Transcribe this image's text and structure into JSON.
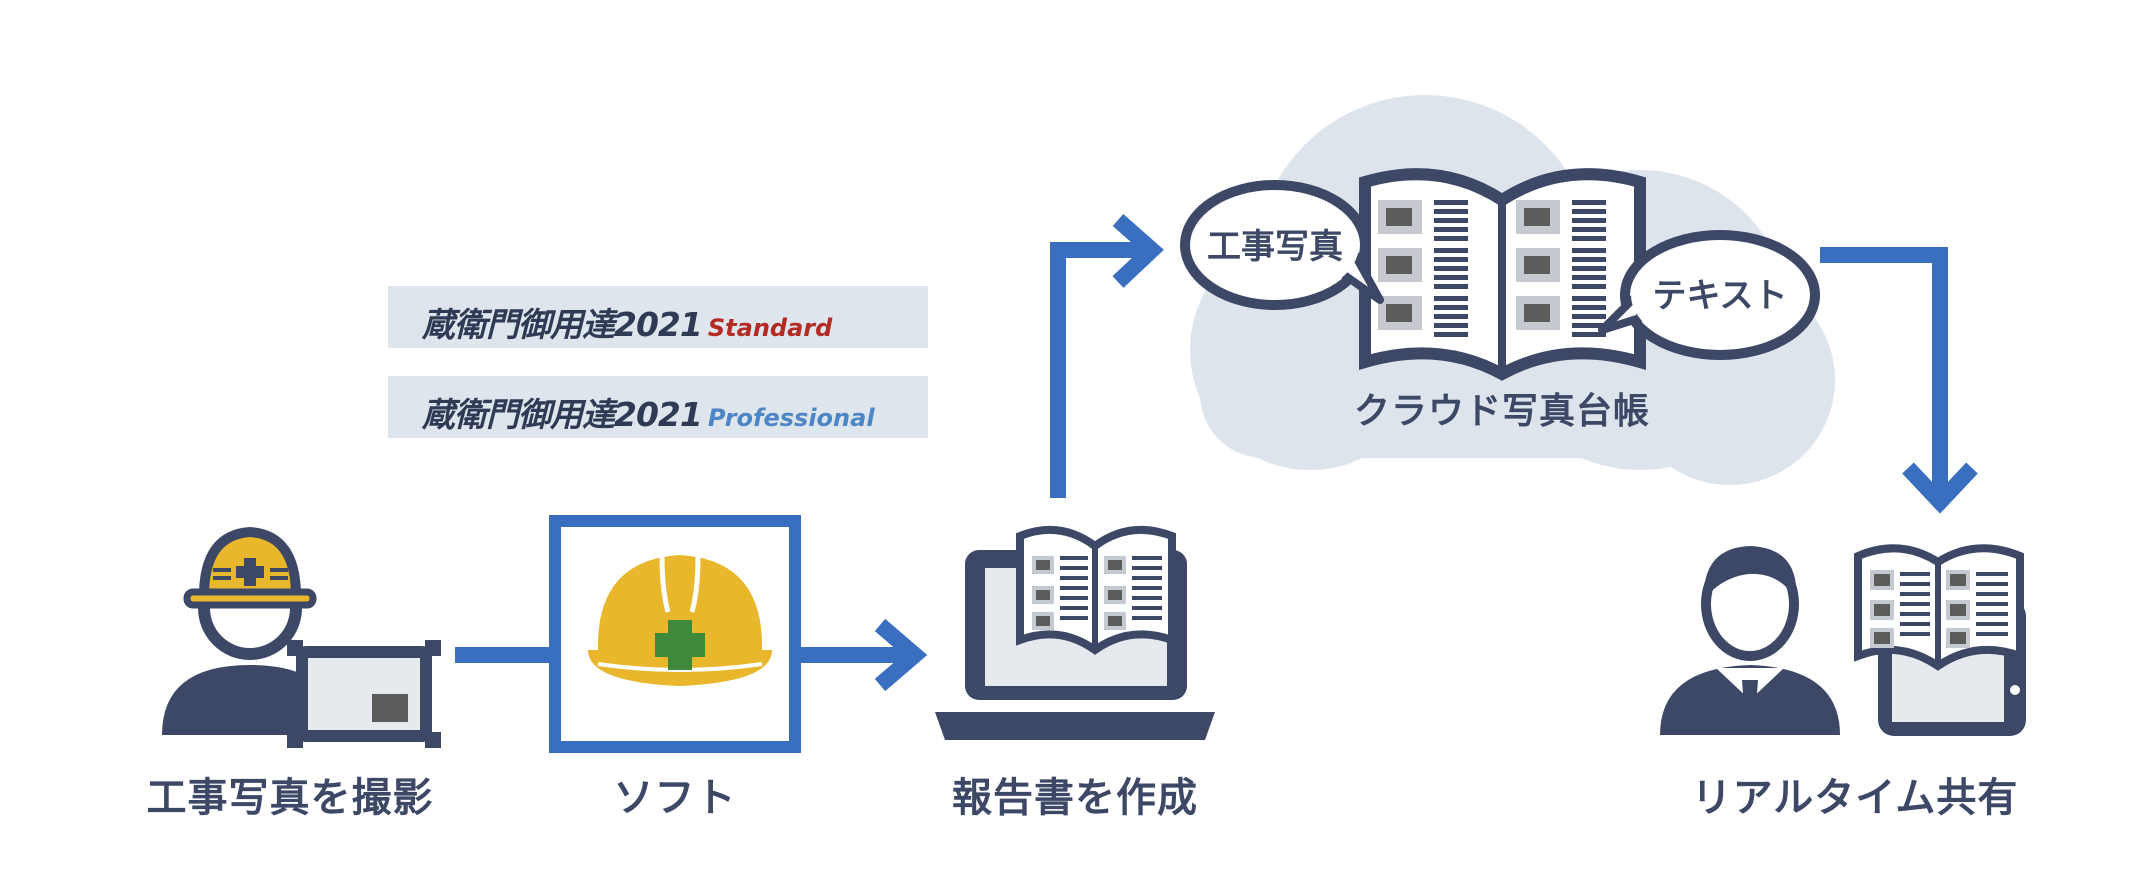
{
  "products": [
    {
      "name": "蔵衛門御用達2021",
      "edition": "Standard",
      "edition_color": "#b32b22"
    },
    {
      "name": "蔵衛門御用達2021",
      "edition": "Professional",
      "edition_color": "#4d86c6"
    }
  ],
  "steps": {
    "photo": {
      "label": "工事写真を撮影"
    },
    "software": {
      "label": "ソフト"
    },
    "report": {
      "label": "報告書を作成"
    },
    "share": {
      "label": "リアルタイム共有"
    }
  },
  "cloud": {
    "label": "クラウド写真台帳",
    "bubble_left": "工事写真",
    "bubble_right": "テキスト"
  },
  "colors": {
    "navy": "#3d4766",
    "arrow_blue": "#3a6ebe",
    "helmet_yellow": "#e8b72c",
    "cross_green": "#3f8a3a",
    "cloud_fill": "#dde4ec",
    "label_box": "#dfe5ec"
  }
}
